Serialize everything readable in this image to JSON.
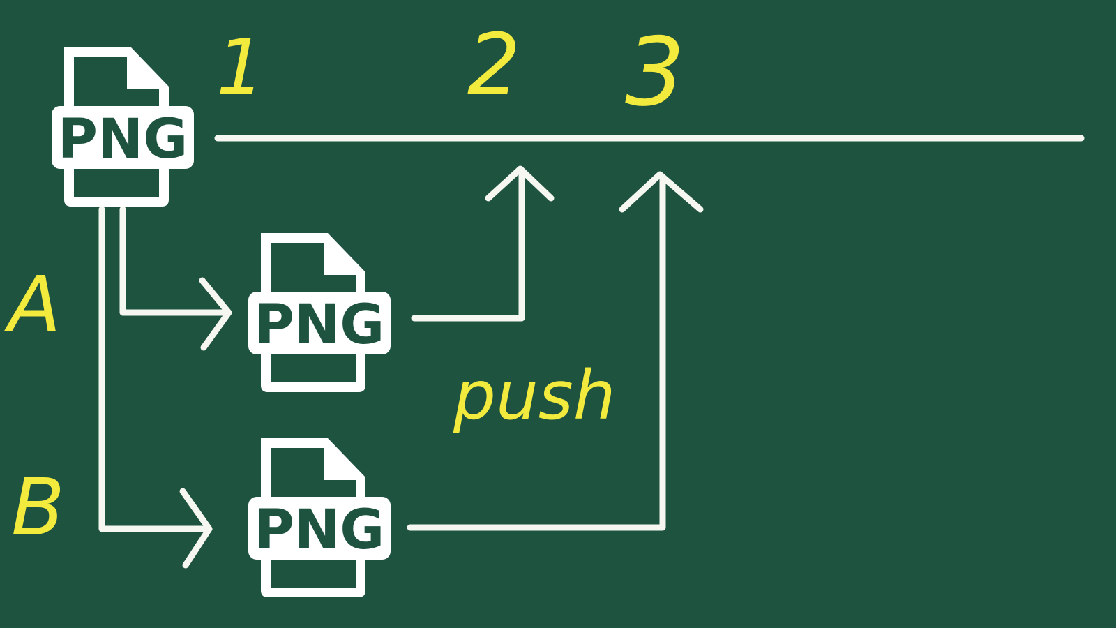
{
  "labels": {
    "step1": "1",
    "step2": "2",
    "step3": "3",
    "branch_a": "A",
    "branch_b": "B",
    "action": "push"
  },
  "files": {
    "main_file": {
      "ext": "PNG",
      "icon": "png-file-icon"
    },
    "file_a": {
      "ext": "PNG",
      "icon": "png-file-icon"
    },
    "file_b": {
      "ext": "PNG",
      "icon": "png-file-icon"
    }
  },
  "colors": {
    "background": "#1e5340",
    "chalk_white": "#f7f7f2",
    "chalk_yellow": "#f2ea3c"
  }
}
